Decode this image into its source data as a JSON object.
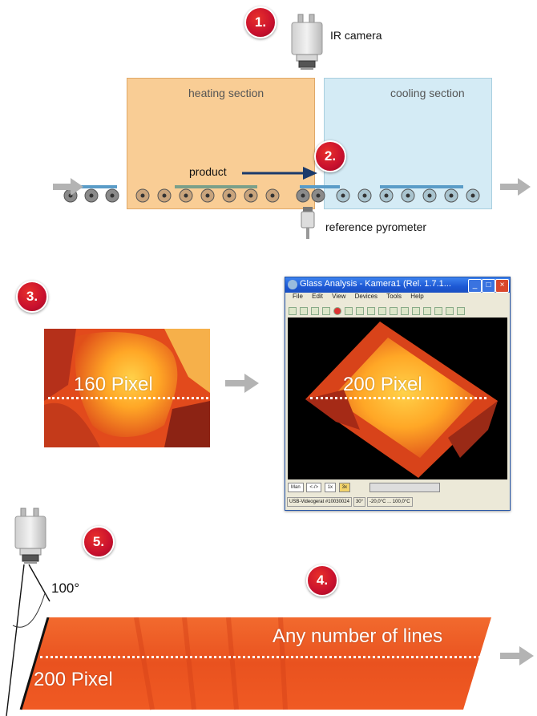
{
  "badges": [
    "1.",
    "2.",
    "3.",
    "4.",
    "5."
  ],
  "process": {
    "camera_label": "IR camera",
    "heating_label": "heating section",
    "cooling_label": "cooling section",
    "product_label": "product",
    "pyrometer_label": "reference pyrometer"
  },
  "step3": {
    "image_width_label": "160 Pixel",
    "app_width_label": "200 Pixel"
  },
  "app_window": {
    "title": "Glass Analysis - Kamera1 (Rel. 1.7.1...",
    "menu": [
      "File",
      "Edit",
      "View",
      "Devices",
      "Tools",
      "Help"
    ],
    "bottom_buttons": [
      "Man",
      "<-/>",
      "1x",
      "3x"
    ],
    "status": [
      "USB-Videogerat #10030024",
      "30°",
      "-20,0°C ... 100,0°C"
    ]
  },
  "step45": {
    "angle_label": "100°",
    "lines_label": "Any number of lines",
    "width_label": "200 Pixel"
  },
  "colors": {
    "badge": "#c8102e",
    "heating": "#f8c88a",
    "cooling": "#cfe9f5",
    "thermal_orange": "#f05a23",
    "arrow_gray": "#b3b3b3",
    "product_arrow": "#1b3a6b"
  }
}
